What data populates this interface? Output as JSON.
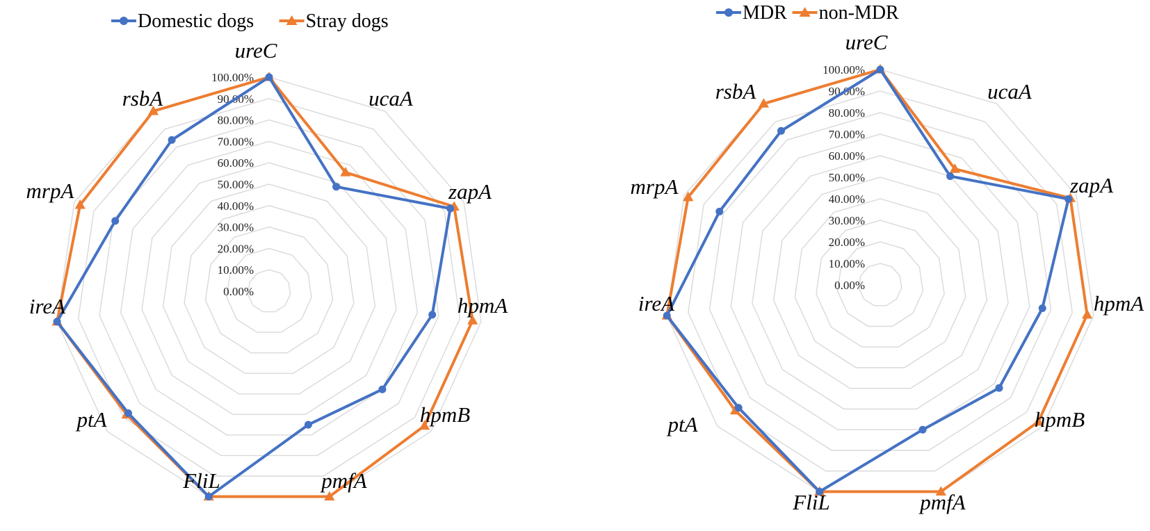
{
  "chart_data": [
    {
      "type": "radar",
      "categories": [
        "ureC",
        "ucaA",
        "zapA",
        "hpmA",
        "hpmB",
        "pmfA",
        "FliL",
        "ptA",
        "ireA",
        "mrpA",
        "rsbA"
      ],
      "series": [
        {
          "name": "Domestic dogs",
          "values": [
            100,
            58,
            93,
            77,
            70,
            65,
            100,
            87,
            100,
            79,
            84
          ],
          "color": "#4472C4",
          "marker": "circle"
        },
        {
          "name": "Stray dogs",
          "values": [
            100,
            66,
            95,
            96,
            96,
            100,
            100,
            88,
            100,
            97,
            100
          ],
          "color": "#ED7D31",
          "marker": "triangle"
        }
      ],
      "rlim": [
        0,
        100
      ],
      "tick_labels": [
        "0.00%",
        "10.00%",
        "20.00%",
        "30.00%",
        "40.00%",
        "50.00%",
        "60.00%",
        "70.00%",
        "80.00%",
        "90.00%",
        "100.00%"
      ],
      "legend_position": "top",
      "grid": true
    },
    {
      "type": "radar",
      "categories": [
        "ureC",
        "ucaA",
        "zapA",
        "hpmA",
        "hpmB",
        "pmfA",
        "FliL",
        "ptA",
        "ireA",
        "mrpA",
        "rsbA"
      ],
      "series": [
        {
          "name": "MDR",
          "values": [
            100,
            60,
            96,
            76,
            73,
            70,
            100,
            87,
            100,
            82,
            85
          ],
          "color": "#4472C4",
          "marker": "circle"
        },
        {
          "name": "non-MDR",
          "values": [
            100,
            64,
            97,
            97,
            97,
            100,
            100,
            89,
            100,
            98,
            100
          ],
          "color": "#ED7D31",
          "marker": "triangle"
        }
      ],
      "rlim": [
        0,
        100
      ],
      "tick_labels": [
        "0.00%",
        "10.00%",
        "20.00%",
        "30.00%",
        "40.00%",
        "50.00%",
        "60.00%",
        "70.00%",
        "80.00%",
        "90.00%",
        "100.00%"
      ],
      "legend_position": "top",
      "grid": true
    }
  ]
}
